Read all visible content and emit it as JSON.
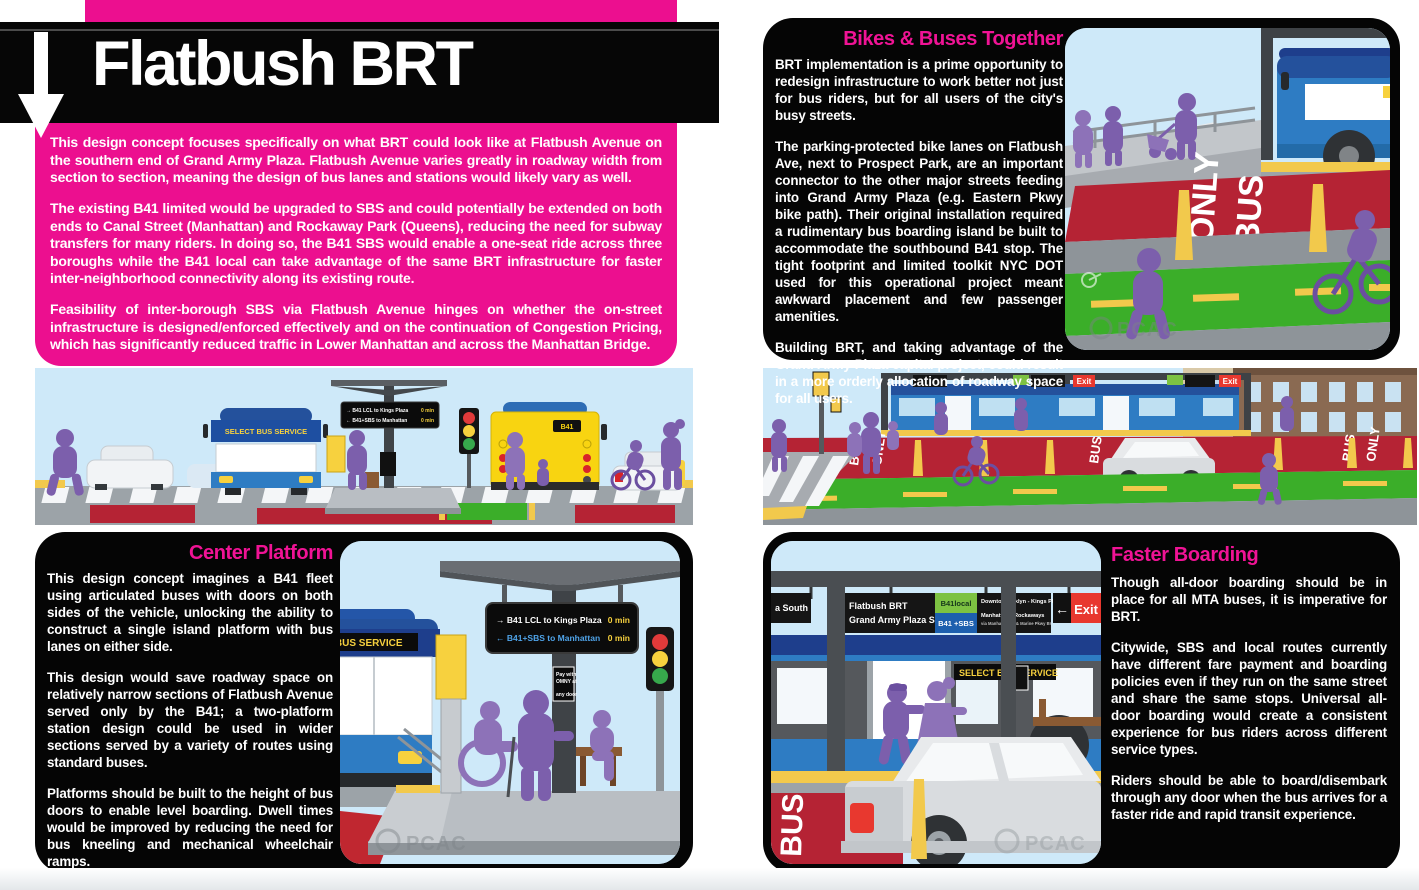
{
  "page": {
    "title": "Flatbush BRT",
    "intro": {
      "p1": "This design concept focuses specifically on what BRT could look like at Flatbush Avenue on the southern end of Grand Army Plaza. Flatbush Avenue varies greatly in roadway width from section to section, meaning the design of bus lanes and stations would likely vary as well.",
      "p2": "The existing B41 limited would be upgraded to SBS and could potentially be extended on both ends to Canal Street (Manhattan) and Rockaway Park (Queens), reducing the need for subway transfers for many riders. In doing so, the B41 SBS would enable a one-seat ride across three boroughs while the B41 local can take advantage of the same BRT infrastructure for faster inter-neighborhood connectivity along its existing route.",
      "p3": "Feasibility of inter-borough SBS via Flatbush Avenue hinges on whether the on-street infrastructure is designed/enforced effectively and on the continuation of Congestion Pricing, which has significantly reduced traffic in Lower Manhattan and across the Manhattan Bridge."
    }
  },
  "boxes": {
    "bikes": {
      "title": "Bikes & Buses Together",
      "p1": "BRT implementation is a prime opportunity to redesign infrastructure to work better not just for bus riders, but for all users of the city's busy streets.",
      "p2": "The parking-protected bike lanes on Flatbush Ave, next to Prospect Park, are an important connector to the other major streets feeding into Grand Army Plaza (e.g. Eastern Pkwy bike path). Their original installation required a rudimentary bus boarding island be built to accommodate the southbound B41 stop. The tight footprint and limited toolkit NYC DOT used for this operational project meant awkward placement and few passenger amenities.",
      "p3": "Building BRT, and taking advantage of the Grand Army Plaza capital project, could result in a more orderly allocation of roadway space for all users."
    },
    "center": {
      "title": "Center Platform",
      "p1": "This design concept imagines a B41 fleet using articulated buses with doors on both sides of the vehicle, unlocking the ability to construct a single island platform with bus lanes on either side.",
      "p2": "This design would save roadway space on relatively narrow sections of Flatbush Avenue served only by the B41; a two-platform station design could be used in wider sections served by a variety of routes using standard buses.",
      "p3": "Platforms should be built to the height of bus doors to enable level boarding. Dwell times would be improved by reducing the need for bus kneeling and mechanical wheelchair ramps."
    },
    "boarding": {
      "title": "Faster Boarding",
      "p1": "Though all-door boarding should be in place for all MTA buses, it is imperative for BRT.",
      "p2": "Citywide, SBS and local routes currently have different fare payment and boarding policies even if they run on the same street and share the same stops. Universal all-door boarding would create a consistent experience for bus riders across different service types.",
      "p3": "Riders should be able to board/disembark through any door when the bus arrives for a faster ride and rapid transit experience."
    }
  },
  "art": {
    "watermark": "PCAC",
    "select_bus_service": "SELECT BUS SERVICE",
    "select_bus_service_partial": "T BUS SERVICE",
    "b41": "B41",
    "board": {
      "row1_route": "→ B41 LCL to Kings Plaza",
      "row1_eta": "0 min",
      "row2_route": "← B41+SBS to Manhattan",
      "row2_eta": "0 min"
    },
    "bus_lane": {
      "bus": "BUS",
      "only": "ONLY"
    },
    "omny": {
      "l1": "Pay with",
      "l2": "OMNY at",
      "l3": "any door"
    },
    "station": {
      "partial_left": "a South",
      "name_l1": "Flatbush BRT",
      "name_l2": "Grand Army Plaza S",
      "route_local": "B41local",
      "route_sbs": "B41 +SBS",
      "dest_local": "Downtown Bklyn - Kings Pl",
      "dest_sbs_l1": "Manhattan - Rockaways",
      "dest_sbs_l2": "via Manhattan Br & Marine Pkwy Br",
      "exit": "Exit"
    }
  },
  "colors": {
    "pink": "#EC0F8F",
    "heading_pink": "#F01395",
    "sky": "#CEE9F9",
    "bus_lane_red": "#B52334",
    "bike_lane_green": "#3BAE29",
    "people_purple": "#7C5FAC",
    "mta_blue": "#2E7CC3",
    "bus_yellow": "#F8D411"
  }
}
